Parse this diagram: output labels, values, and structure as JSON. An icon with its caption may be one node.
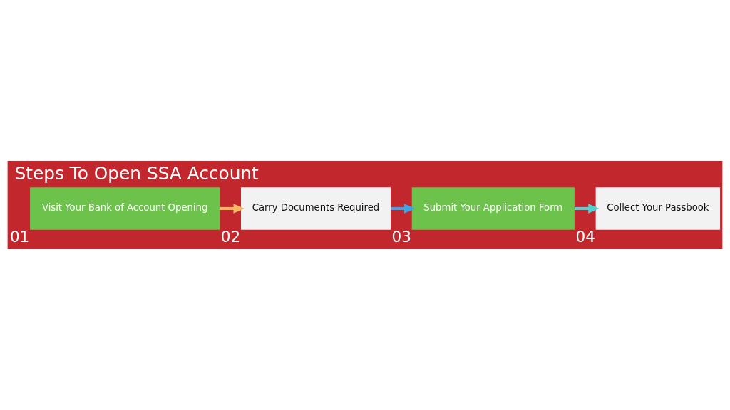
{
  "diagram": {
    "title": "Steps To Open SSA Account",
    "nodes": [
      {
        "text": [
          "Visit Your Bank of Account Opening"
        ],
        "beside": [
          "01"
        ]
      },
      {
        "text": [
          "Carry Documents Required"
        ],
        "beside": [
          "02"
        ]
      },
      {
        "text": [
          "Submit Your Application Form"
        ],
        "beside": [
          "03"
        ]
      },
      {
        "text": [
          "Collect Your Passbook"
        ],
        "beside": [
          "04"
        ]
      }
    ],
    "edges": [
      {
        "from": 0,
        "to": 1,
        "arrow": "to",
        "color": "#f5b961"
      },
      {
        "from": 1,
        "to": 2,
        "arrow": "to",
        "color": "#3aa6e8"
      },
      {
        "from": 2,
        "to": 3,
        "arrow": "to",
        "color": "#4fd3d6"
      }
    ]
  }
}
